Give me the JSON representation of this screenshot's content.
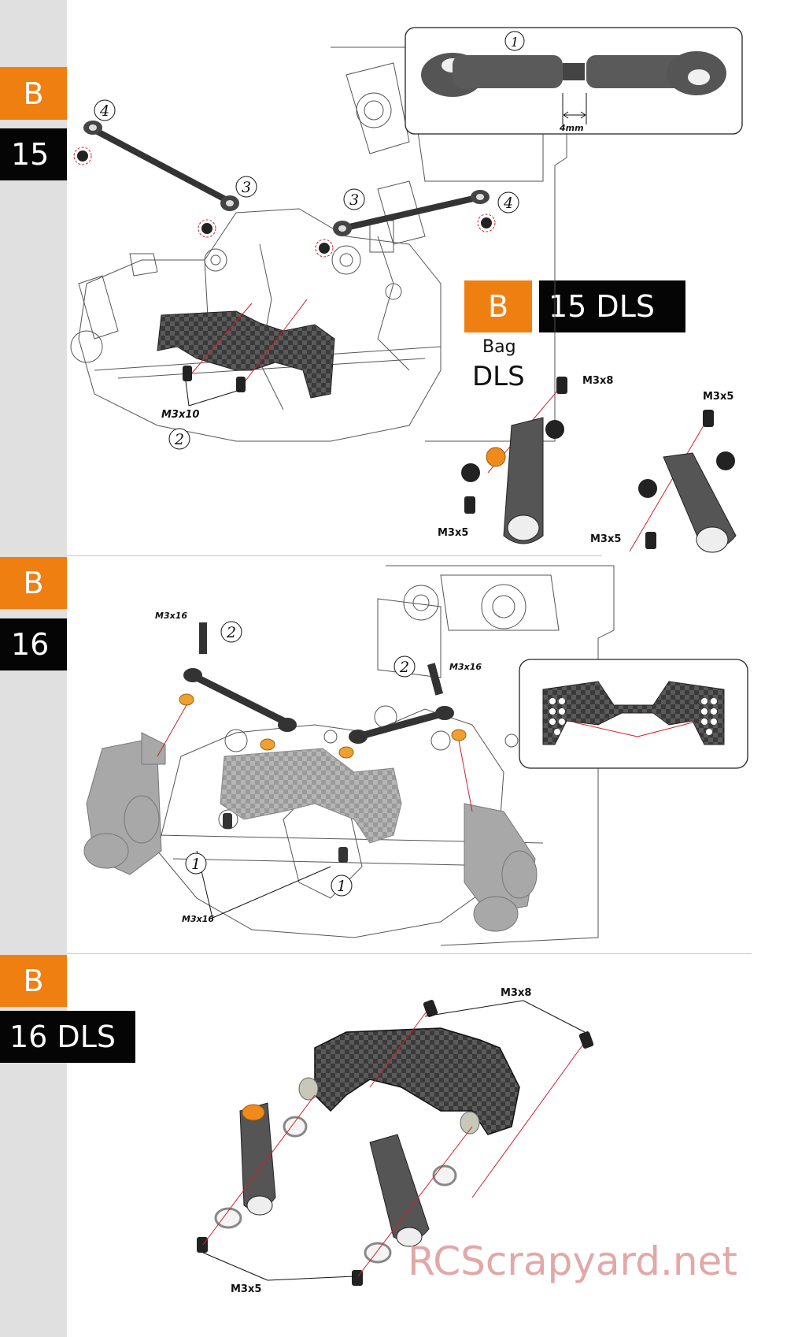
{
  "step15": {
    "letter": "B",
    "number": "15"
  },
  "step15dls": {
    "letter": "B",
    "number": "15  DLS",
    "bag_label": "Bag",
    "bag_name": "DLS"
  },
  "step16": {
    "letter": "B",
    "number": "16"
  },
  "step16dls": {
    "letter": "B",
    "number": "16  DLS"
  },
  "callouts": {
    "n1": "1",
    "n2": "2",
    "n3": "3",
    "n4": "4"
  },
  "labels": {
    "dim_4mm": "4mm",
    "m3x10": "M3x10",
    "m3x8": "M3x8",
    "m3x5": "M3x5",
    "m3x16": "M3x16"
  },
  "watermark": "RCScrapyard.net",
  "colors": {
    "accent": "#f07f12",
    "dark": "#050505",
    "sidebar": "#e0e0e0",
    "leader": "#d0202a"
  }
}
